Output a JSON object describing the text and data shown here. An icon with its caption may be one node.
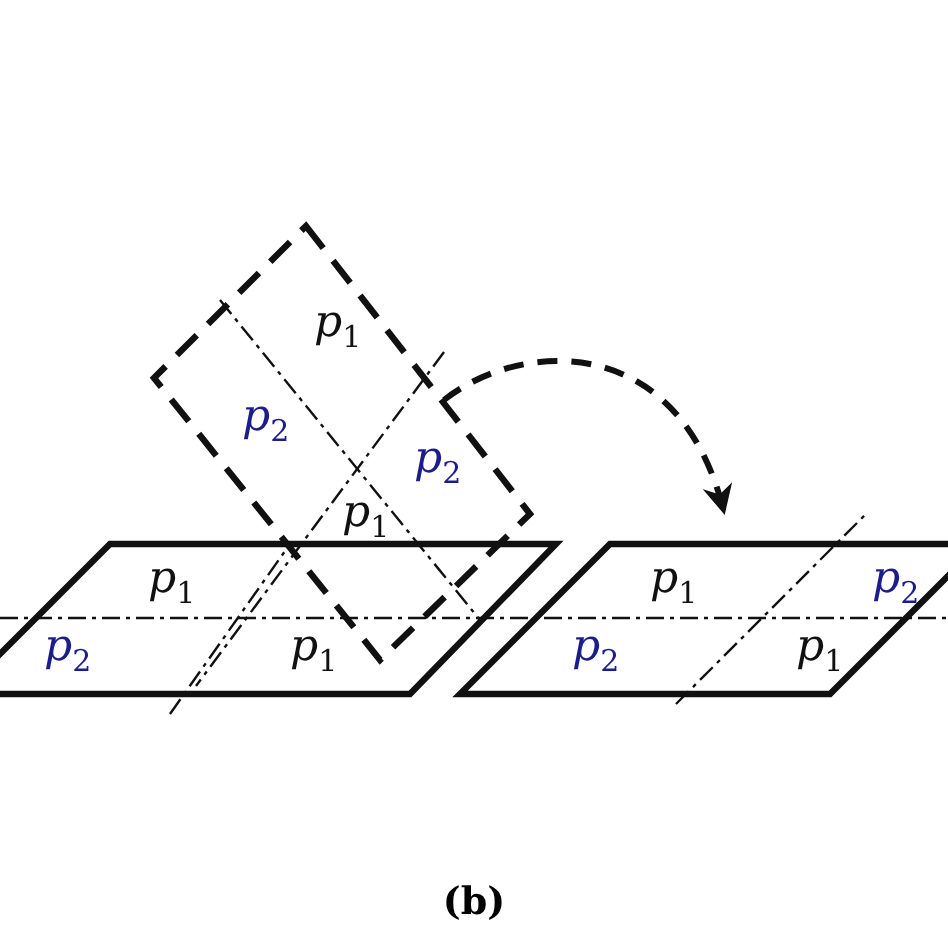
{
  "diagram": {
    "caption": "(b)",
    "nodes": [
      {
        "text": [
          "*p*$_{1}$",
          "*p*$_{2}$",
          "*p*$_{1}$"
        ]
      },
      {
        "text": [
          "*p*$_{1}$",
          "*p*$_{2}$",
          "*p*$_{2}$",
          "*p*$_{1}$"
        ]
      },
      {
        "text": [
          "*p*$_{1}$",
          "*p*$_{2}$",
          "*p*$_{2}$",
          "*p*$_{1}$"
        ]
      }
    ],
    "edges": [
      {
        "from": 1,
        "to": 2,
        "arrow": "to",
        "style": "dashed"
      }
    ]
  }
}
